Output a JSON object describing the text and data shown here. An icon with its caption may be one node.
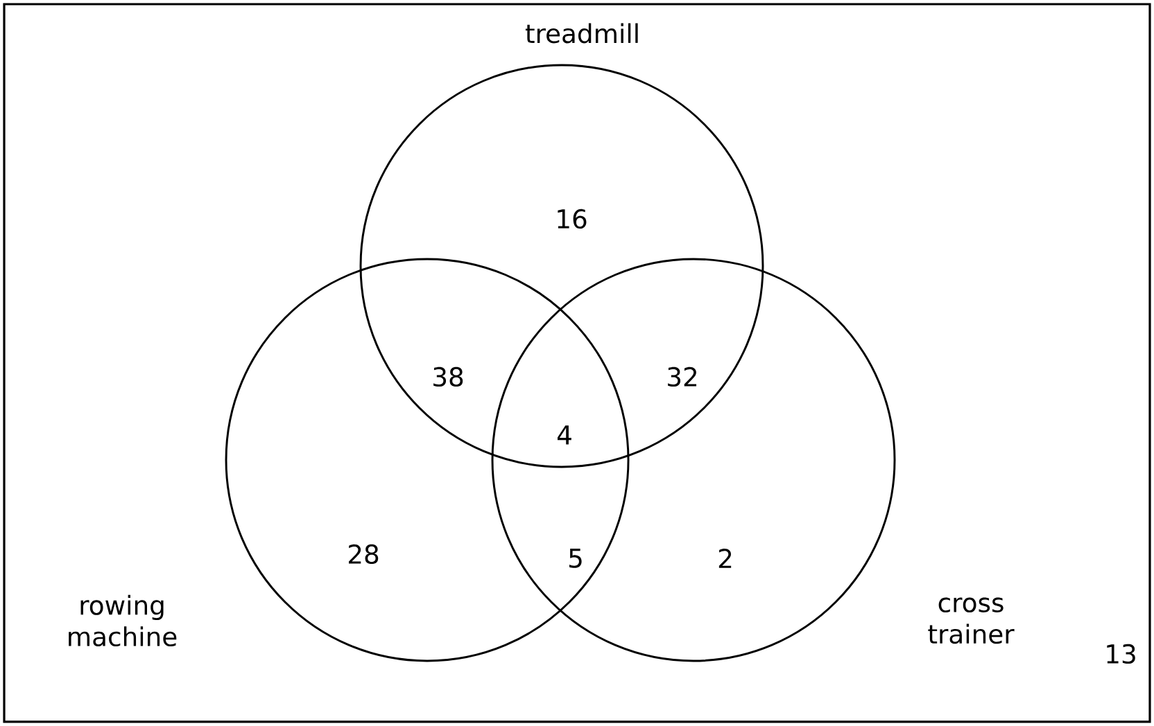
{
  "diagram": {
    "nodes": [
      {
        "text": [
          "treadmill"
        ]
      },
      {
        "text": [
          "rowing machine"
        ]
      },
      {
        "text": [
          "cross trainer"
        ]
      }
    ],
    "labels": [
      "16",
      "38",
      "32",
      "4",
      "28",
      "5",
      "2",
      "13"
    ]
  }
}
